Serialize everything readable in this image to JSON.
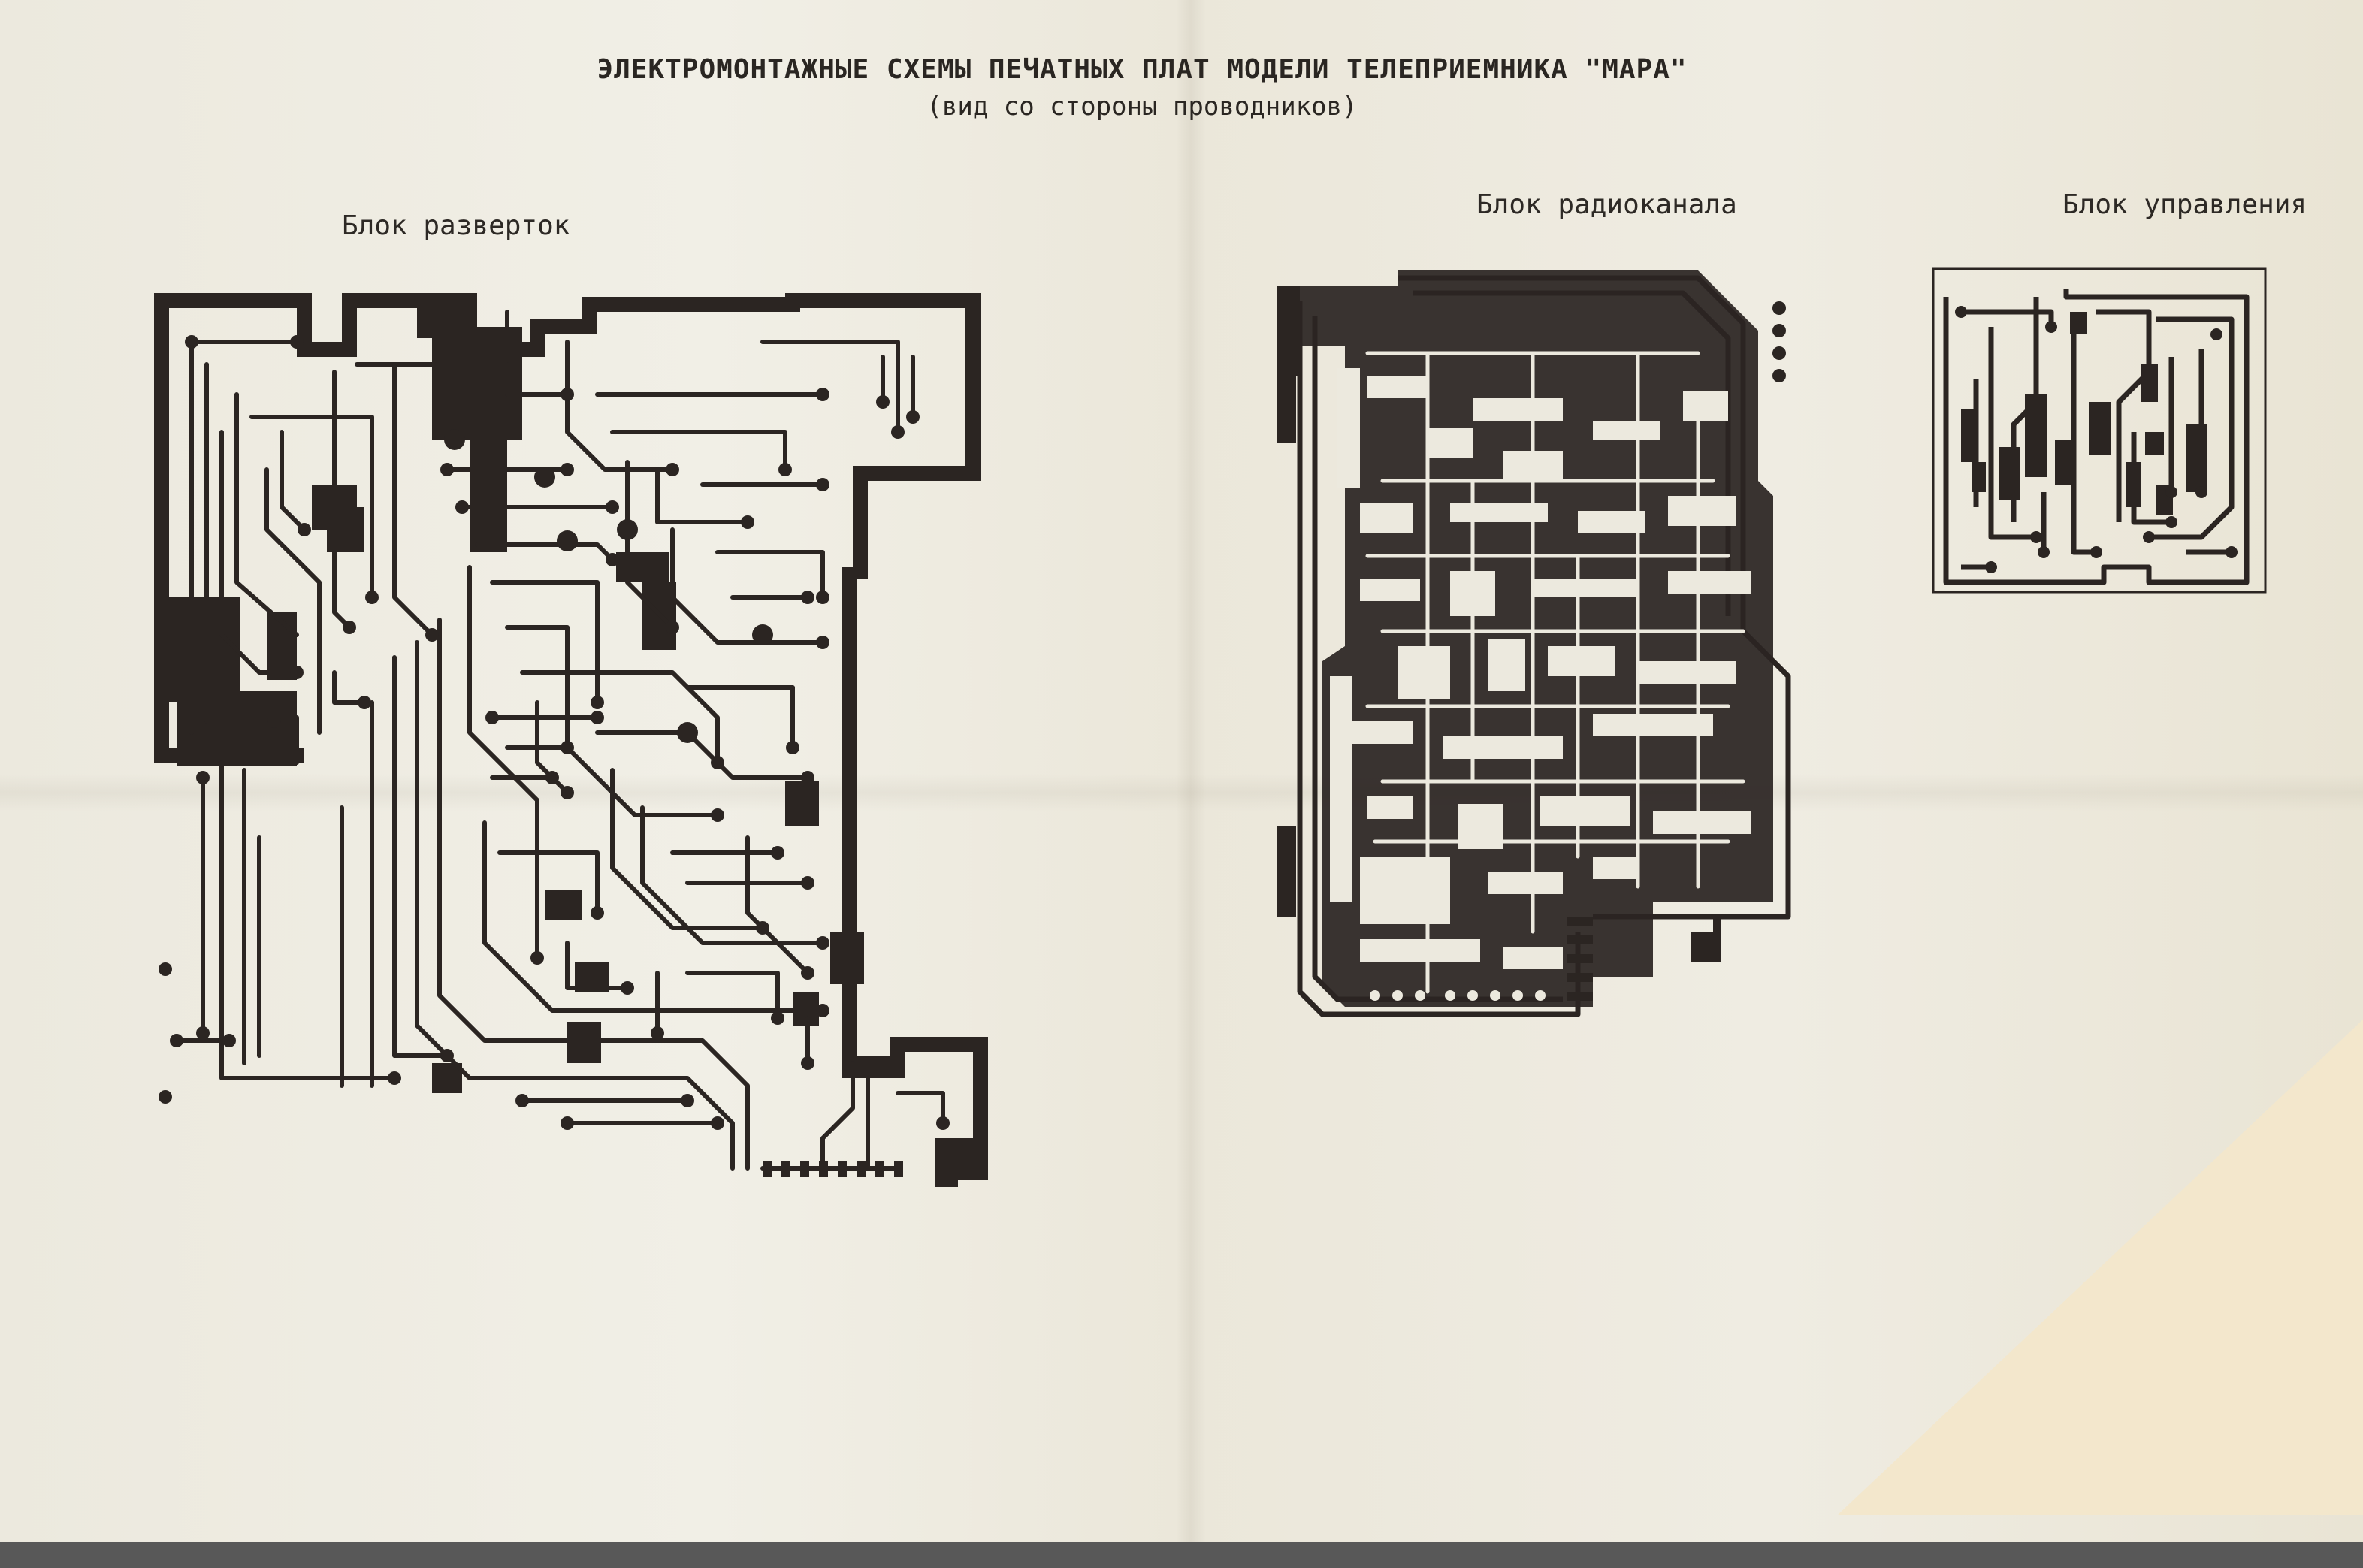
{
  "header": {
    "title": "ЭЛЕКТРОМОНТАЖНЫЕ СХЕМЫ ПЕЧАТНЫХ ПЛАТ МОДЕЛИ ТЕЛЕПРИЕМНИКА \"МАРА\"",
    "subtitle": "(вид со стороны проводников)"
  },
  "boards": [
    {
      "label": "Блок разверток"
    },
    {
      "label": "Блок радиоканала"
    },
    {
      "label": "Блок управления"
    }
  ],
  "colors": {
    "ink": "#2b2522",
    "paper": "#efece2"
  }
}
